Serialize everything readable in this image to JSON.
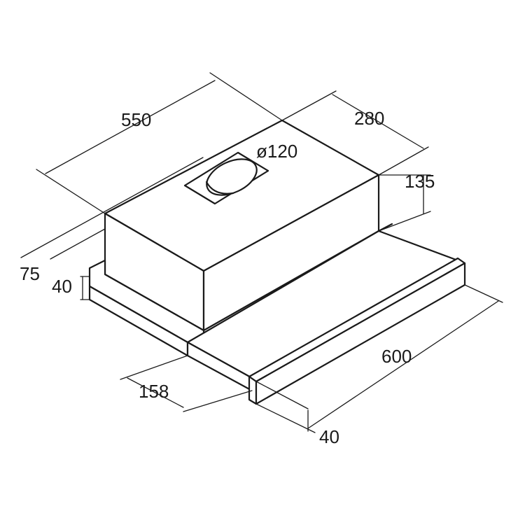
{
  "dimensions": {
    "width_top": "550",
    "depth_top": "280",
    "duct_diameter": "ø120",
    "body_height": "135",
    "front_offset": "75",
    "slide_height_left": "40",
    "slide_depth": "158",
    "total_width": "600",
    "front_panel_height": "40"
  },
  "colors": {
    "line": "#1a1a1a",
    "background": "#ffffff"
  }
}
